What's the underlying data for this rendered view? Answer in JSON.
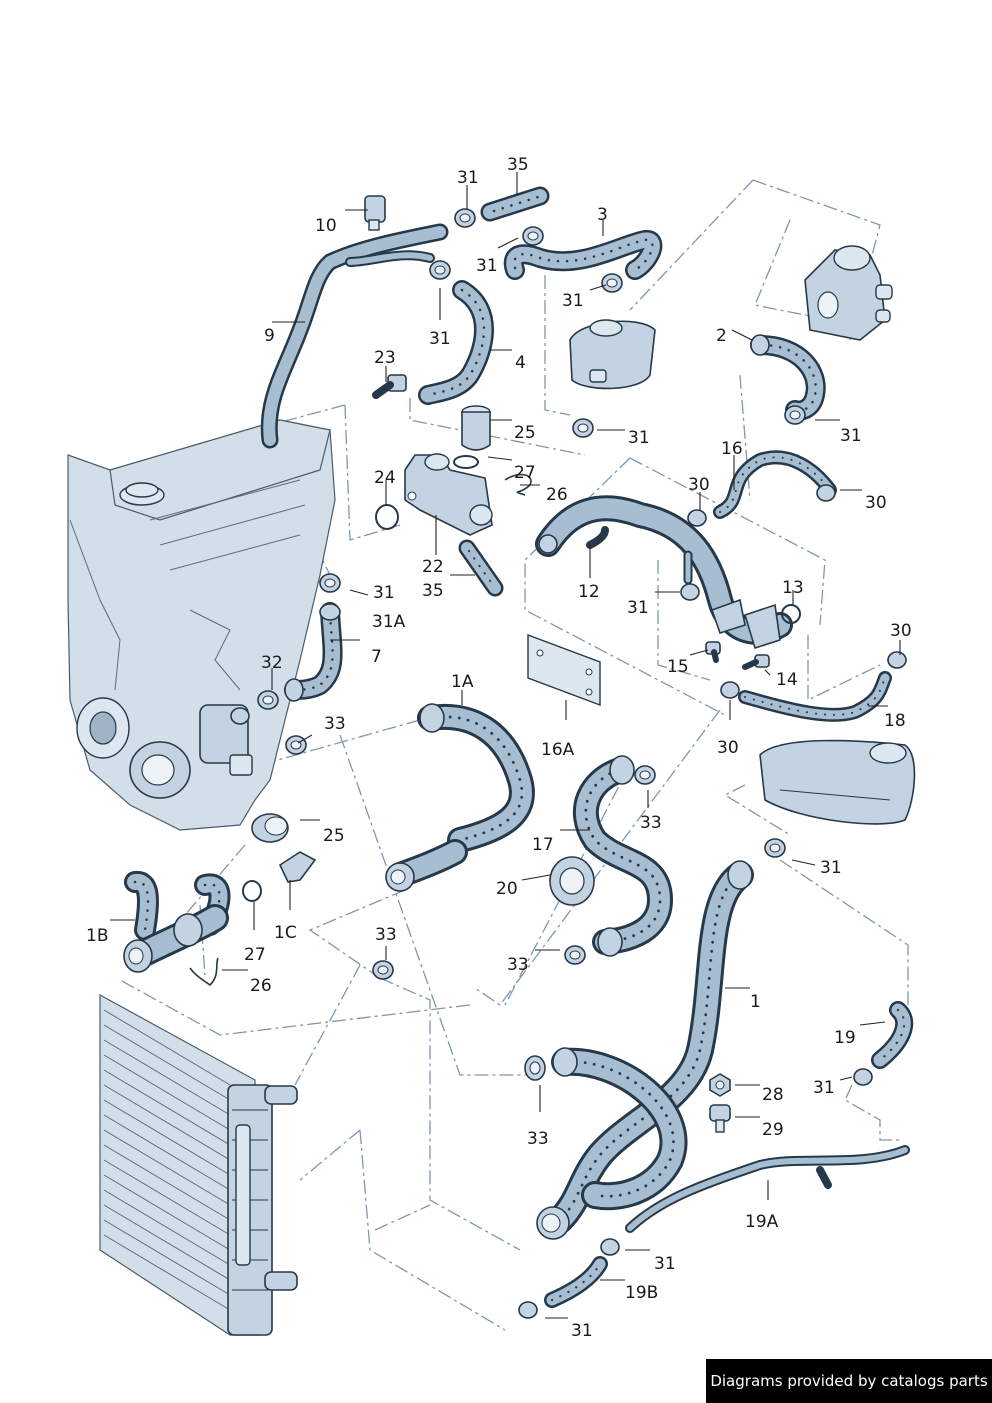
{
  "labels": {
    "l35a": "35",
    "l31a": "31",
    "l10": "10",
    "l3": "3",
    "l31b": "31",
    "l31c": "31",
    "l9": "9",
    "l31d": "31",
    "l4": "4",
    "l23": "23",
    "l2": "2",
    "l25a": "25",
    "l31e": "31",
    "l31f": "31",
    "l16": "16",
    "l24": "24",
    "l27a": "27",
    "l26a": "26",
    "l30a": "30",
    "l30b": "30",
    "l22": "22",
    "l35b": "35",
    "l12": "12",
    "l13": "13",
    "l31g": "31",
    "l31h": "31",
    "l31A": "31A",
    "l7": "7",
    "l15": "15",
    "l14": "14",
    "l32": "32",
    "l1A": "1A",
    "l30c": "30",
    "l18": "18",
    "l33a": "33",
    "l16A": "16A",
    "l30d": "30",
    "l33b": "33",
    "l25b": "25",
    "l17": "17",
    "l31i": "31",
    "l20": "20",
    "l1B": "1B",
    "l1C": "1C",
    "l27b": "27",
    "l33c": "33",
    "l26b": "26",
    "l33d": "33",
    "l1": "1",
    "l19": "19",
    "l31j": "31",
    "l28": "28",
    "l29": "29",
    "l33e": "33",
    "l19A": "19A",
    "l31k": "31",
    "l19B": "19B",
    "l31l": "31"
  },
  "footer": {
    "text": "Diagrams provided by catalogs parts"
  },
  "colors": {
    "hose_fill": "#a7bdd0",
    "outline": "#26394a",
    "leader_dash": "#7e98ad",
    "footer_bg": "#000000"
  }
}
